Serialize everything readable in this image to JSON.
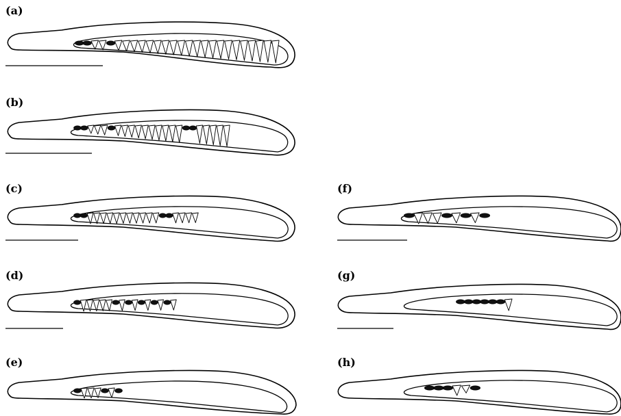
{
  "colors": {
    "stroke": "#000000",
    "fill": "#ffffff",
    "germ": "#111111"
  },
  "panels": [
    {
      "id": "a",
      "label": "(a)",
      "has_scale_bar": true,
      "teeth": 23,
      "germs": 3
    },
    {
      "id": "b",
      "label": "(b)",
      "has_scale_bar": true,
      "teeth": 18,
      "germs": 5
    },
    {
      "id": "c",
      "label": "(c)",
      "has_scale_bar": true,
      "teeth": 15,
      "germs": 4
    },
    {
      "id": "d",
      "label": "(d)",
      "has_scale_bar": true,
      "teeth": 10,
      "germs": 6
    },
    {
      "id": "e",
      "label": "(e)",
      "has_scale_bar": false,
      "teeth": 4,
      "germs": 3
    },
    {
      "id": "f",
      "label": "(f)",
      "has_scale_bar": true,
      "teeth": 5,
      "germs": 4
    },
    {
      "id": "g",
      "label": "(g)",
      "has_scale_bar": true,
      "teeth": 1,
      "germs": 6
    },
    {
      "id": "h",
      "label": "(h)",
      "has_scale_bar": false,
      "teeth": 2,
      "germs": 4
    }
  ]
}
